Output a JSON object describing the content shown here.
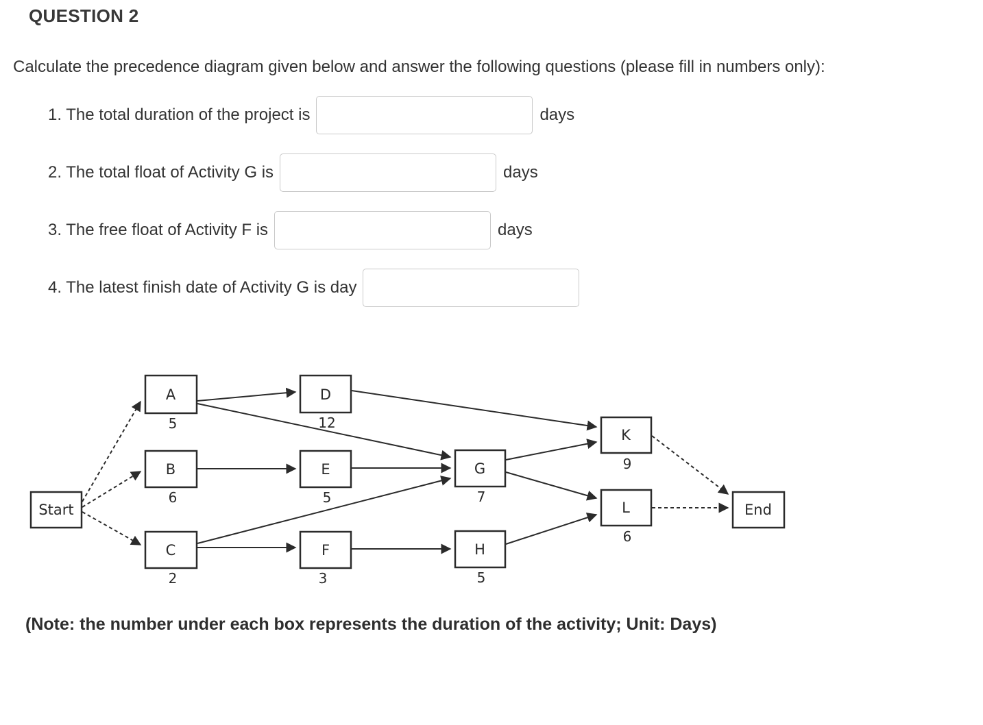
{
  "page": {
    "title": "QUESTION 2",
    "intro": "Calculate the precedence diagram given below and answer the following questions (please fill in numbers only):",
    "note": "(Note: the number under each box represents the duration of the activity; Unit: Days)"
  },
  "questions": [
    {
      "label": "1. The total duration of the project is",
      "suffix": "days",
      "value": ""
    },
    {
      "label": "2. The total float of Activity G is",
      "suffix": "days",
      "value": ""
    },
    {
      "label": "3. The free float of Activity F is",
      "suffix": "days",
      "value": ""
    },
    {
      "label": "4. The latest finish date of Activity G is day",
      "suffix": "",
      "value": ""
    }
  ],
  "diagram": {
    "nodes": {
      "start": {
        "label": "Start"
      },
      "A": {
        "label": "A",
        "duration": "5"
      },
      "B": {
        "label": "B",
        "duration": "6"
      },
      "C": {
        "label": "C",
        "duration": "2"
      },
      "D": {
        "label": "D",
        "duration": "12"
      },
      "E": {
        "label": "E",
        "duration": "5"
      },
      "F": {
        "label": "F",
        "duration": "3"
      },
      "G": {
        "label": "G",
        "duration": "7"
      },
      "H": {
        "label": "H",
        "duration": "5"
      },
      "K": {
        "label": "K",
        "duration": "9"
      },
      "L": {
        "label": "L",
        "duration": "6"
      },
      "end": {
        "label": "End"
      }
    },
    "edges": [
      {
        "from": "Start",
        "to": "A",
        "style": "dashed"
      },
      {
        "from": "Start",
        "to": "B",
        "style": "dashed"
      },
      {
        "from": "Start",
        "to": "C",
        "style": "dashed"
      },
      {
        "from": "A",
        "to": "D",
        "style": "solid"
      },
      {
        "from": "A",
        "to": "G",
        "style": "solid"
      },
      {
        "from": "B",
        "to": "E",
        "style": "solid"
      },
      {
        "from": "C",
        "to": "F",
        "style": "solid"
      },
      {
        "from": "C",
        "to": "G",
        "style": "solid"
      },
      {
        "from": "D",
        "to": "K",
        "style": "solid"
      },
      {
        "from": "E",
        "to": "G",
        "style": "solid"
      },
      {
        "from": "F",
        "to": "H",
        "style": "solid"
      },
      {
        "from": "G",
        "to": "K",
        "style": "solid"
      },
      {
        "from": "G",
        "to": "L",
        "style": "solid"
      },
      {
        "from": "H",
        "to": "L",
        "style": "solid"
      },
      {
        "from": "K",
        "to": "End",
        "style": "dashed"
      },
      {
        "from": "L",
        "to": "End",
        "style": "dashed"
      }
    ]
  },
  "colors": {
    "text": "#333333",
    "input_border": "#c9c9c9",
    "diagram_line": "#2b2b2b",
    "background": "#ffffff"
  }
}
